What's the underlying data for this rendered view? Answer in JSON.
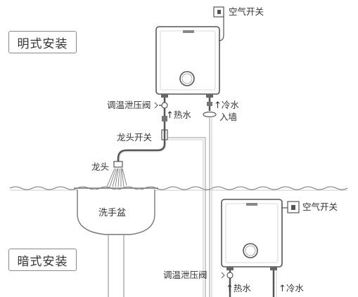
{
  "colors": {
    "line": "#555555",
    "pipe": "#9a9a9a",
    "water": "#6e6e6e",
    "background": "#ffffff"
  },
  "sections": {
    "exposed": {
      "title": "明式安装"
    },
    "concealed": {
      "title": "暗式安装"
    }
  },
  "labels": {
    "air_switch": "空气开关",
    "temp_relief_valve": "调温泄压阀",
    "hot_water": "热水",
    "cold_water": "冷水",
    "into_wall": "入墙",
    "faucet_switch": "龙头开关",
    "faucet": "龙头",
    "wash_basin": "洗手盆"
  },
  "arrows": {
    "up": "↑"
  }
}
